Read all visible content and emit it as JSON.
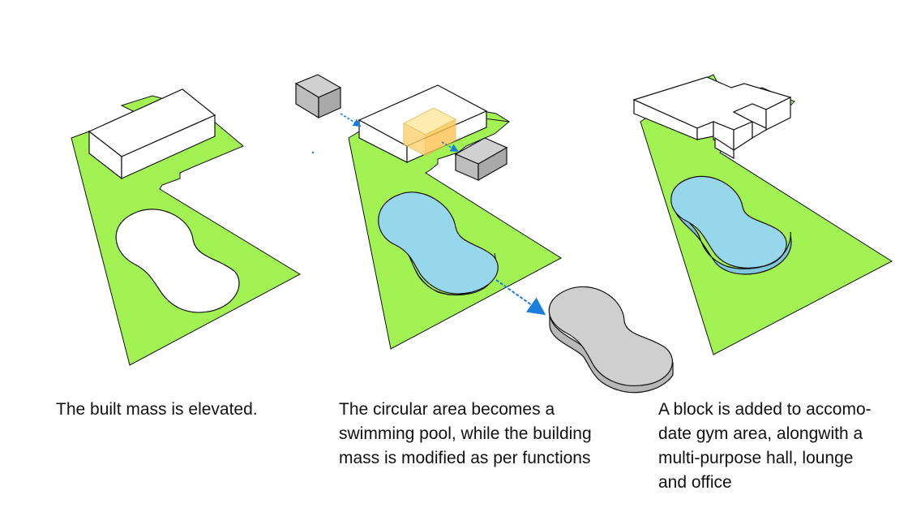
{
  "colors": {
    "lawn": "#a3f254",
    "pool": "#97d7ec",
    "mass_white": "#ffffff",
    "mass_grey": "#c8c8c8",
    "mass_grey_side": "#a9a9a9",
    "highlight": "#ffd26e",
    "arrow": "#1a7de0",
    "outline": "#111111"
  },
  "icons": [
    "arrow-icon"
  ],
  "captions": {
    "step1": [
      "The built mass is elevated."
    ],
    "step2": [
      "The circular area becomes a",
      "swimming pool, while the building",
      "mass is modified as per functions"
    ],
    "step3": [
      "A block is added to accomo-",
      "date gym area, alongwith a",
      "multi-purpose hall, lounge",
      "and office"
    ]
  }
}
